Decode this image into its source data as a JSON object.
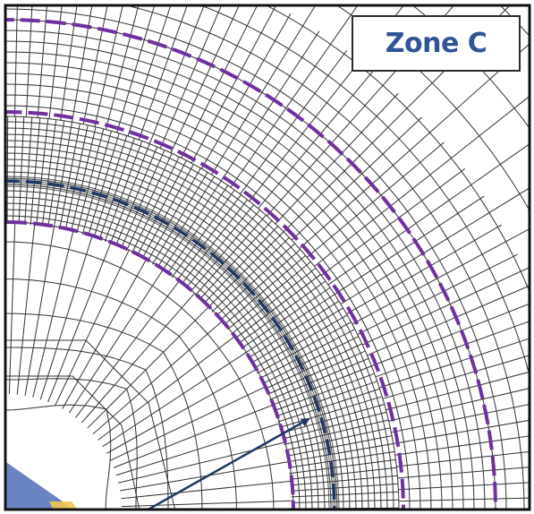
{
  "figure": {
    "zone_label": "Zone C",
    "colors": {
      "mesh": "#333333",
      "fine_band": "#555555",
      "boundary_dashed": "#7030a0",
      "interface_dashed": "#1f3864",
      "arrow": "#1f3864",
      "label_text": "#2f5597",
      "corner_body": "#4f6fb5",
      "corner_accent": "#f2c94c",
      "frame": "#111111"
    },
    "elements": [
      "structured-polar-mesh",
      "dashed-boundary-circles",
      "dashed-interface-circle",
      "pointer-arrow",
      "corner-body",
      "zone-label"
    ]
  }
}
